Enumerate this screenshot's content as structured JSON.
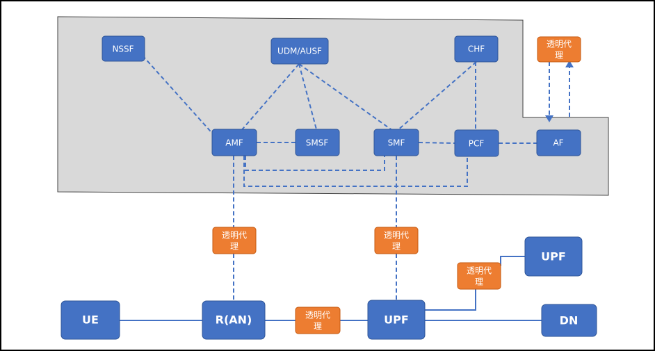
{
  "colors": {
    "border": "#000000",
    "core_region_fill": "#D9D9D9",
    "core_region_stroke": "#404040",
    "nf_fill": "#4472C4",
    "nf_stroke": "#2F5597",
    "proxy_fill": "#ED7D31",
    "proxy_stroke": "#C55A11",
    "line": "#4472C4"
  },
  "nodes": {
    "nssf": "NSSF",
    "udm_ausf": "UDM/AUSF",
    "chf": "CHF",
    "amf": "AMF",
    "smsf": "SMSF",
    "smf": "SMF",
    "pcf": "PCF",
    "af": "AF",
    "ue": "UE",
    "ran": "R(AN)",
    "upf_main": "UPF",
    "upf_branch": "UPF",
    "dn": "DN"
  },
  "proxies": {
    "proxy_af": [
      "透明代",
      "理"
    ],
    "proxy_amf_ran": [
      "透明代",
      "理"
    ],
    "proxy_smf_upf": [
      "透明代",
      "理"
    ],
    "proxy_ran_upf": [
      "透明代",
      "理"
    ],
    "proxy_upf_branch": [
      "透明代",
      "理"
    ]
  }
}
